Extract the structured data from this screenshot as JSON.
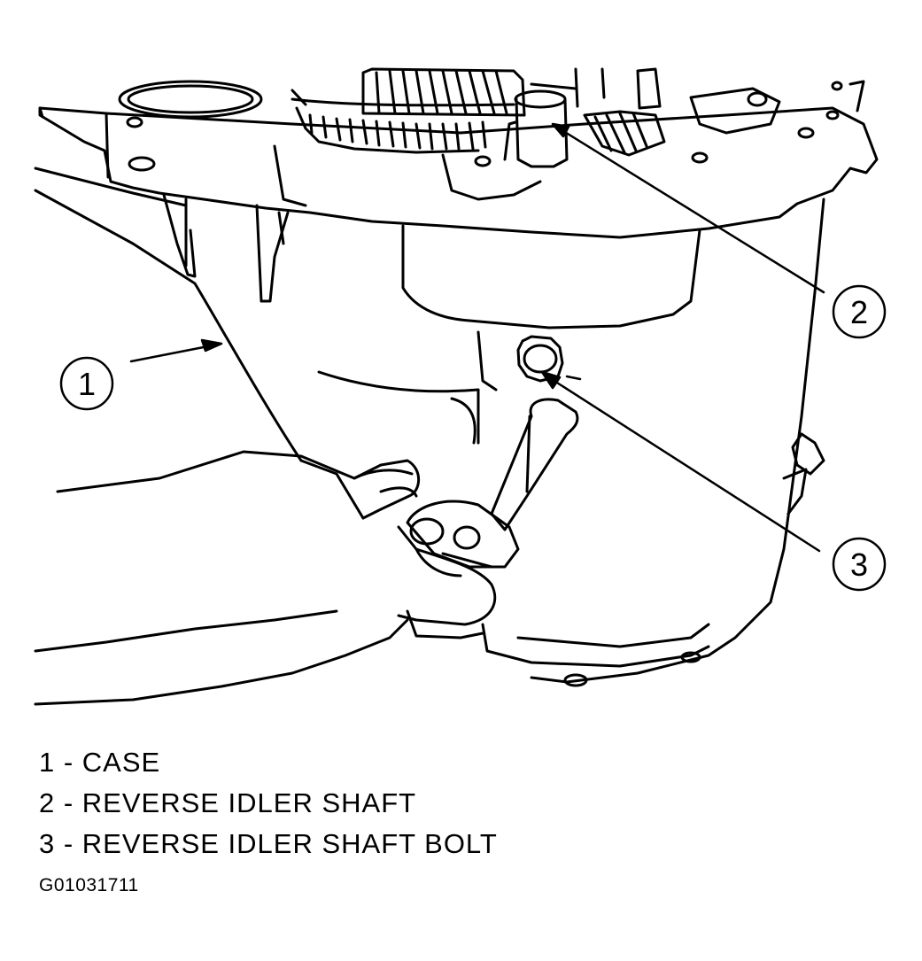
{
  "callouts": [
    {
      "number": "1"
    },
    {
      "number": "2"
    },
    {
      "number": "3"
    }
  ],
  "legend": [
    {
      "number": "1",
      "text": "1 - CASE"
    },
    {
      "number": "2",
      "text": "2 - REVERSE IDLER SHAFT"
    },
    {
      "number": "3",
      "text": "3 - REVERSE IDLER SHAFT BOLT"
    }
  ],
  "figure_code": "G01031711",
  "colors": {
    "line": "#000000",
    "background": "#ffffff"
  }
}
